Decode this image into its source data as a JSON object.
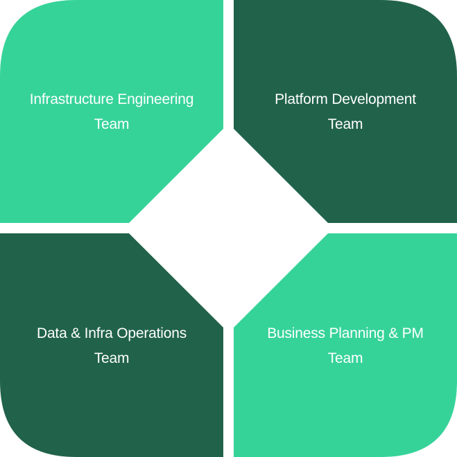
{
  "colors": {
    "light_green": "#36d399",
    "dark_green": "#21624b",
    "text": "#ffffff",
    "background": "#ffffff"
  },
  "quadrants": [
    {
      "position": "top-left",
      "line1": "Infrastructure Engineering",
      "line2": "Team",
      "color": "#36d399"
    },
    {
      "position": "top-right",
      "line1": "Platform Development",
      "line2": "Team",
      "color": "#21624b"
    },
    {
      "position": "bottom-left",
      "line1": "Data & Infra Operations",
      "line2": "Team",
      "color": "#21624b"
    },
    {
      "position": "bottom-right",
      "line1": "Business Planning & PM",
      "line2": "Team",
      "color": "#36d399"
    }
  ]
}
